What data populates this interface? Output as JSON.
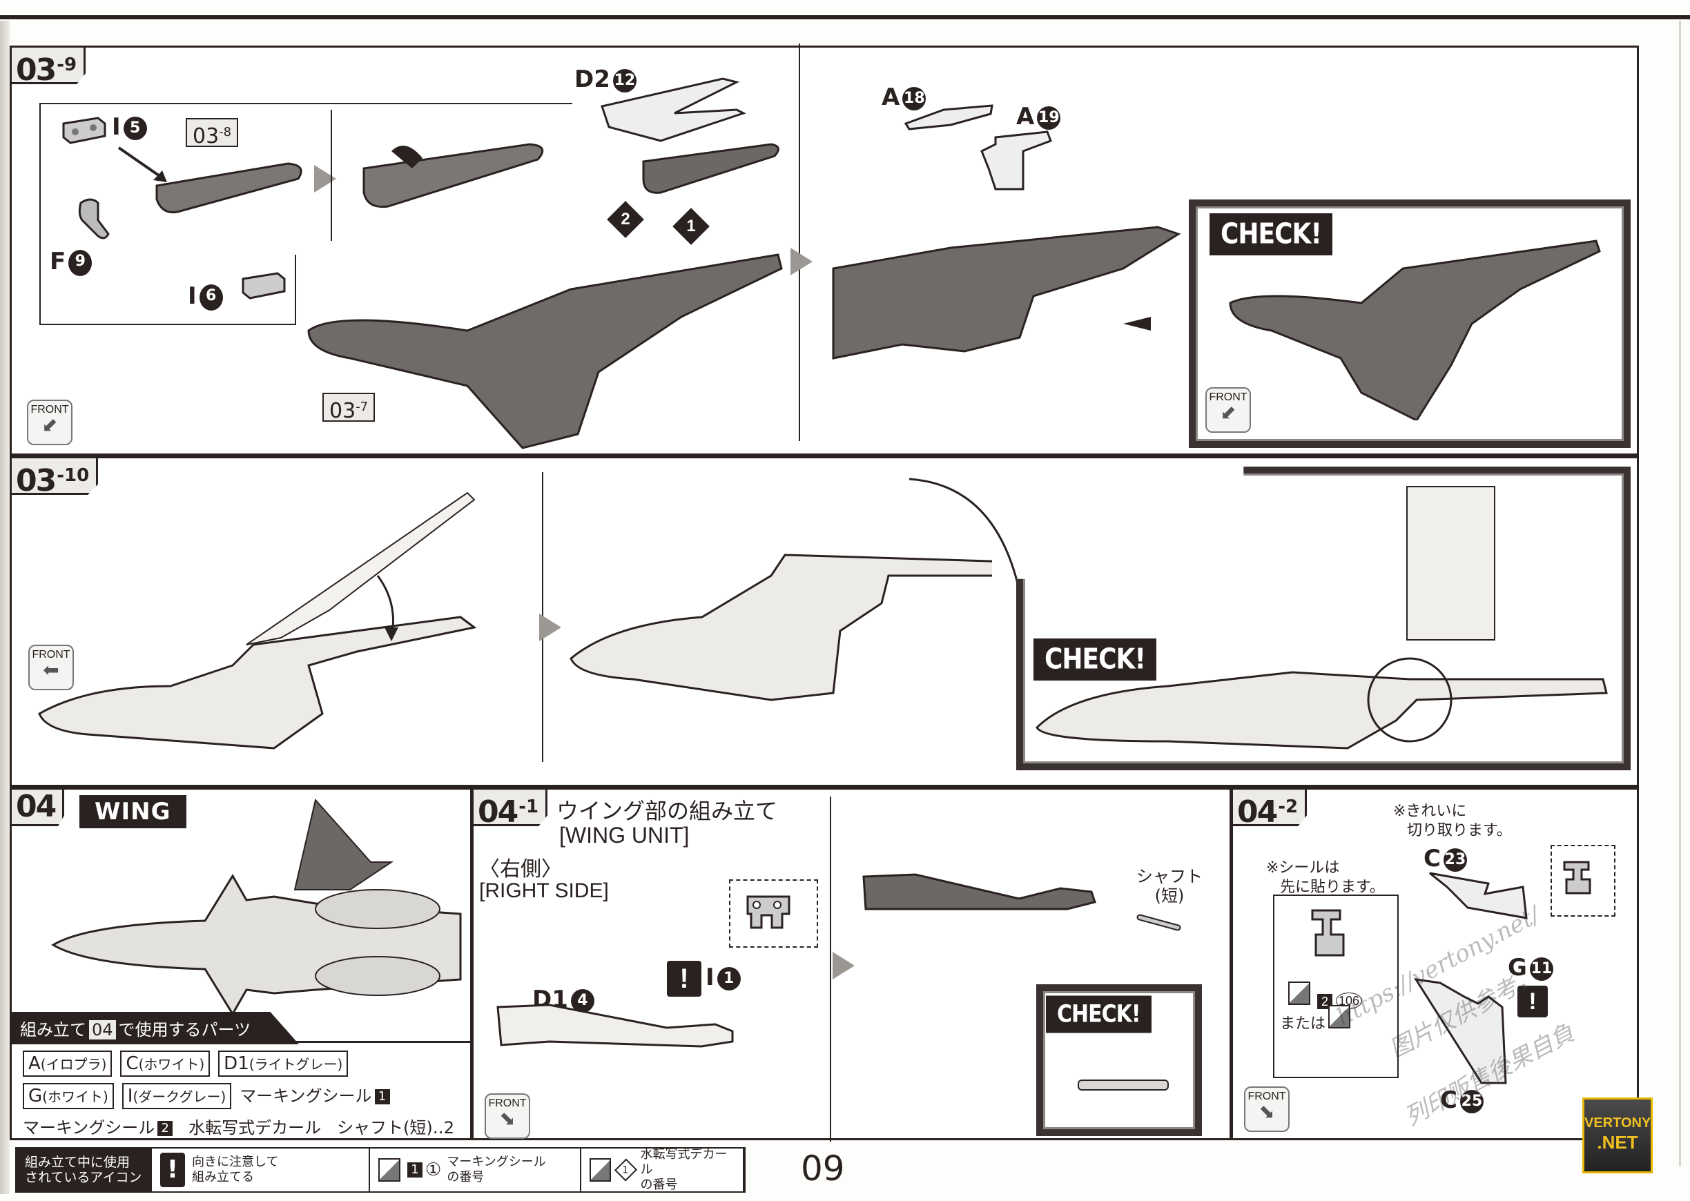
{
  "page": {
    "number": "09"
  },
  "steps": {
    "s03_9": {
      "tag_main": "03",
      "tag_sub": "-9",
      "parts": [
        {
          "letter": "I",
          "num": "5"
        },
        {
          "letter": "F",
          "num": "9"
        },
        {
          "letter": "I",
          "num": "6"
        },
        {
          "letter": "D2",
          "num": "12"
        },
        {
          "letter": "A",
          "num": "18"
        },
        {
          "letter": "A",
          "num": "19"
        }
      ],
      "ref_prev_main": "03",
      "ref_prev_sub": "-8",
      "ref_body_main": "03",
      "ref_body_sub": "-7",
      "order": [
        "1",
        "2"
      ],
      "check_label": "CHECK!",
      "front_label": "FRONT"
    },
    "s03_10": {
      "tag_main": "03",
      "tag_sub": "-10",
      "check_label": "CHECK!",
      "front_label": "FRONT"
    },
    "s04": {
      "tag_main": "04",
      "badge": "WING",
      "parts_header_pre": "組み立て",
      "parts_header_tag": "04",
      "parts_header_post": "で使用するパーツ",
      "runners": [
        {
          "letter": "A",
          "color": "(イロプラ)"
        },
        {
          "letter": "C",
          "color": "(ホワイト)"
        },
        {
          "letter": "D1",
          "color": "(ライトグレー)"
        },
        {
          "letter": "G",
          "color": "(ホワイト)"
        },
        {
          "letter": "I",
          "color": "(ダークグレー)"
        }
      ],
      "extras": {
        "marking_seal": "マーキングシール",
        "marking_seal_1": "1",
        "marking_seal_2": "2",
        "decal": "水転写式デカール",
        "shaft": "シャフト(短)‥2"
      }
    },
    "s04_1": {
      "tag_main": "04",
      "tag_sub": "-1",
      "title_jp": "ウイング部の組み立て",
      "title_en": "[WING UNIT]",
      "side_jp": "〈右側〉",
      "side_en": "[RIGHT SIDE]",
      "part_d1": {
        "letter": "D1",
        "num": "4"
      },
      "part_i": {
        "letter": "I",
        "num": "1"
      },
      "shaft_label_1": "シャフト",
      "shaft_label_2": "(短)",
      "check_label": "CHECK!",
      "front_label": "FRONT"
    },
    "s04_2": {
      "tag_main": "04",
      "tag_sub": "-2",
      "note_cut_1": "※きれいに",
      "note_cut_2": "切り取ります。",
      "note_seal_1": "※シールは",
      "note_seal_2": "先に貼ります。",
      "part_c23": {
        "letter": "C",
        "num": "23"
      },
      "part_g11": {
        "letter": "G",
        "num": "11"
      },
      "part_c25": {
        "letter": "C",
        "num": "25"
      },
      "seal_num": "2",
      "seal_id": "106",
      "or_label": "または",
      "front_label": "FRONT"
    }
  },
  "legend": {
    "head_1": "組み立て中に使用",
    "head_2": "されているアイコン",
    "items": [
      {
        "icon": "exclamation-icon",
        "text_1": "向きに注意して",
        "text_2": "組み立てる"
      },
      {
        "icon": "marking-seal-icon",
        "num": "1",
        "circle": "①",
        "text_1": "マーキングシール",
        "text_2": "の番号"
      },
      {
        "icon": "decal-icon",
        "num": "1",
        "text_1": "水転写式デカール",
        "text_2": "の番号"
      }
    ]
  },
  "watermark": {
    "url": "https://vertony.net/",
    "text_1": "图片仅供参考，",
    "text_2": "列印贩售後果自負",
    "logo_1": "VERTONY",
    "logo_2": ".NET"
  },
  "colors": {
    "ink": "#2a2220",
    "part_dark": "#6b6866",
    "part_light": "#e6e5e2",
    "tag_bg": "#ecebe8"
  }
}
